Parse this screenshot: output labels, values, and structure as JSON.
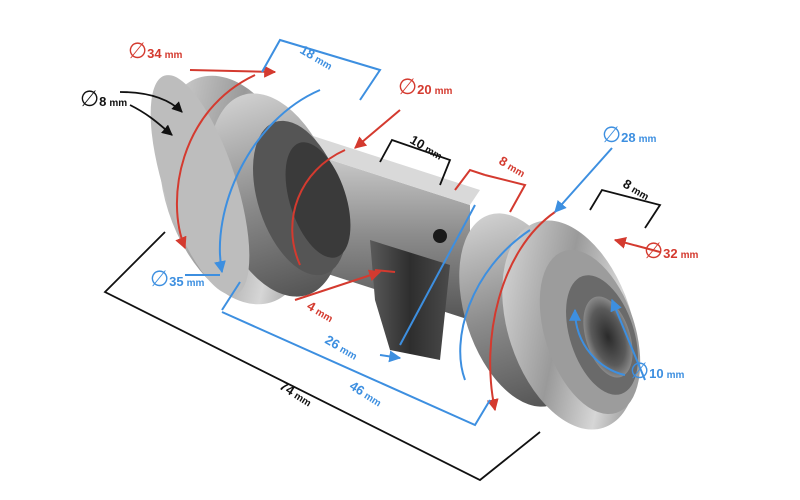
{
  "colors": {
    "red": "#d43a2f",
    "blue": "#3d8fe0",
    "black": "#111111"
  },
  "labels": {
    "d34": {
      "value": "34",
      "unit": "mm"
    },
    "len18": {
      "value": "18",
      "unit": "mm"
    },
    "d8": {
      "value": "8",
      "unit": "mm"
    },
    "d20": {
      "value": "20",
      "unit": "mm"
    },
    "len10": {
      "value": "10",
      "unit": "mm"
    },
    "len8red": {
      "value": "8",
      "unit": "mm"
    },
    "d28": {
      "value": "28",
      "unit": "mm"
    },
    "len8black": {
      "value": "8",
      "unit": "mm"
    },
    "d32": {
      "value": "32",
      "unit": "mm"
    },
    "d35": {
      "value": "35",
      "unit": "mm"
    },
    "len4": {
      "value": "4",
      "unit": "mm"
    },
    "len26": {
      "value": "26",
      "unit": "mm"
    },
    "d10": {
      "value": "10",
      "unit": "mm"
    },
    "len46": {
      "value": "46",
      "unit": "mm"
    },
    "len74": {
      "value": "74",
      "unit": "mm"
    }
  }
}
